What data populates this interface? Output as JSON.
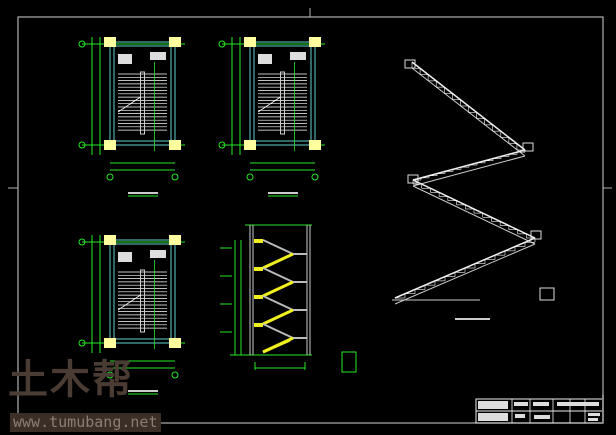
{
  "drawing": {
    "title": "楼梯结构施工图",
    "background": "#000000",
    "colors": {
      "axis": "#27e827",
      "wall": "#5fd0d0",
      "column": "#ffffa0",
      "stair": "#ffffff",
      "highlight": "#f0f020",
      "frame": "#b0b0b0",
      "text": "#e0e0e0"
    },
    "views": [
      {
        "name": "plan-1"
      },
      {
        "name": "plan-2"
      },
      {
        "name": "plan-3"
      },
      {
        "name": "section"
      },
      {
        "name": "elevation"
      }
    ]
  },
  "watermark": {
    "logo": "土木帮",
    "url": "www.tumubang.net"
  }
}
